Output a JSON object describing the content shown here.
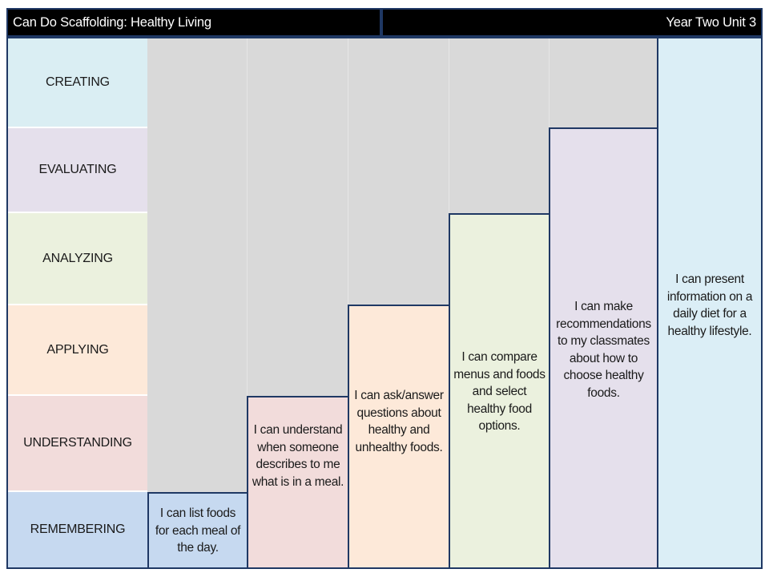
{
  "header": {
    "title": "Can Do Scaffolding: Healthy Living",
    "unit": "Year Two Unit 3"
  },
  "levels": [
    {
      "label": "CREATING",
      "color": "#daeef3"
    },
    {
      "label": "EVALUATING",
      "color": "#e5e0ec"
    },
    {
      "label": "ANALYZING",
      "color": "#ebf1de"
    },
    {
      "label": "APPLYING",
      "color": "#fde9d9"
    },
    {
      "label": "UNDERSTANDING",
      "color": "#f2dcdb"
    },
    {
      "label": "REMEMBERING",
      "color": "#c6d9f0"
    }
  ],
  "statements": {
    "remembering": "I can list foods for each meal of the day.",
    "understanding": "I can understand when someone describes to me what is in a meal.",
    "applying": "I can ask/answer questions about healthy and unhealthy foods.",
    "analyzing": "I can compare menus and foods and select healthy food options.",
    "evaluating": "I can make recommendations to my classmates about how to choose healthy foods.",
    "creating": "I can present information on a daily diet for a healthy lifestyle."
  }
}
